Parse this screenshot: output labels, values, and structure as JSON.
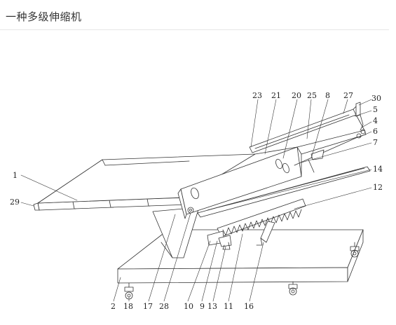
{
  "header": {
    "title": "一种多级伸缩机"
  },
  "figure": {
    "labels": {
      "l1": "1",
      "l2": "2",
      "l4": "4",
      "l5": "5",
      "l6": "6",
      "l7": "7",
      "l8": "8",
      "l9": "9",
      "l10": "10",
      "l11": "11",
      "l12": "12",
      "l13": "13",
      "l14": "14",
      "l16": "16",
      "l17": "17",
      "l18": "18",
      "l20": "20",
      "l21": "21",
      "l23": "23",
      "l25": "25",
      "l27": "27",
      "l28": "28",
      "l29": "29",
      "l30": "30"
    }
  }
}
